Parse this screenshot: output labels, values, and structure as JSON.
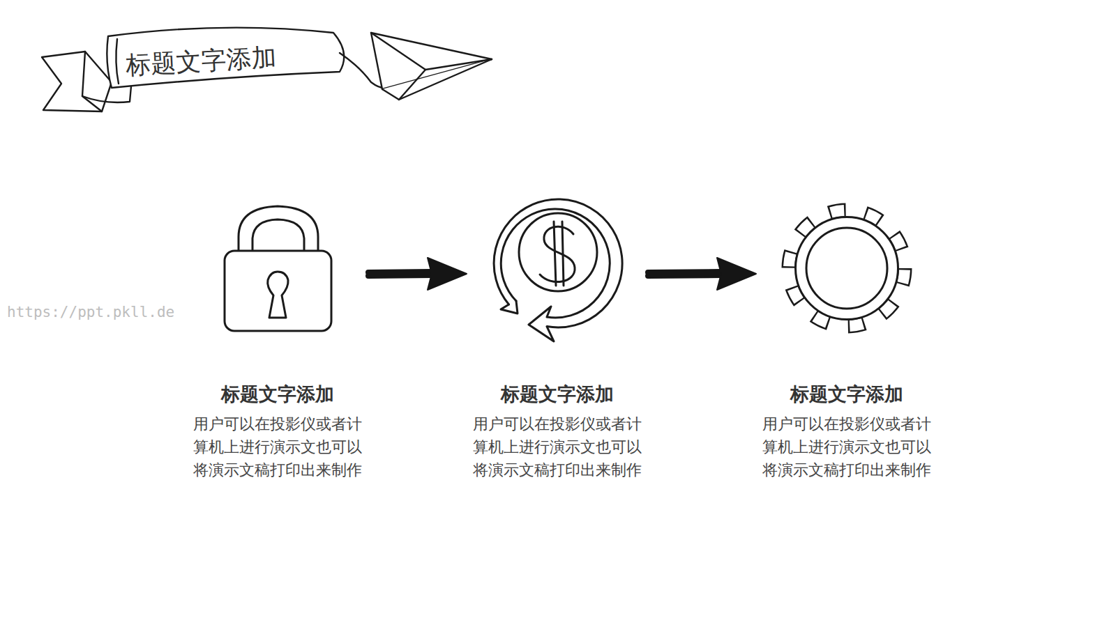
{
  "diagram": {
    "title": "标题文字添加",
    "nodes": [
      {
        "text": [
          "标题文字添加",
          "用户可以在投影仪或者计 算机上进行演示文也可以 将演示文稿打印出来制作"
        ]
      },
      {
        "text": [
          "标题文字添加",
          "用户可以在投影仪或者计 算机上进行演示文也可以 将演示文稿打印出来制作"
        ]
      },
      {
        "text": [
          "标题文字添加",
          "用户可以在投影仪或者计 算机上进行演示文也可以 将演示文稿打印出来制作"
        ]
      }
    ],
    "edges": [
      {
        "from": 0,
        "to": 1,
        "arrow": "to"
      },
      {
        "from": 1,
        "to": 2,
        "arrow": "to"
      }
    ],
    "labels": [
      "https://ppt.pkll.de"
    ]
  }
}
